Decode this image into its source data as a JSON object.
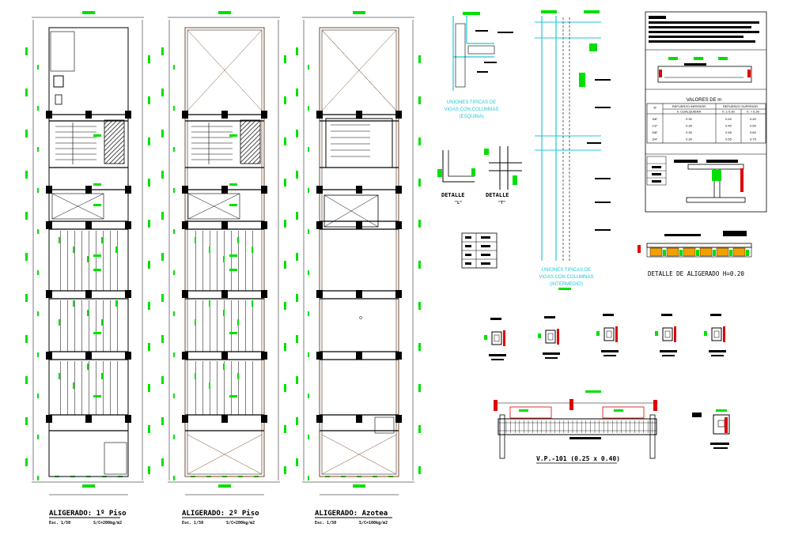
{
  "plans": [
    {
      "title": "ALIGERADO: 1º Piso",
      "scale": "Esc. 1/50",
      "load": "S/C=200kg/m2"
    },
    {
      "title": "ALIGERADO: 2º Piso",
      "scale": "Esc. 1/50",
      "load": "S/C=200kg/m2"
    },
    {
      "title": "ALIGERADO: Azotea",
      "scale": "Esc. 1/50",
      "load": "S/C=100kg/m2"
    }
  ],
  "notes": {
    "corner_joints": [
      "UNIONES TIPICAS DE",
      "VIGAS CON COLUMNAS",
      "(ESQUINA)"
    ],
    "mid_joints": [
      "UNIONES TIPICAS DE",
      "VIGAS CON COLUMNAS",
      "(INTERMEDIO)"
    ]
  },
  "details": {
    "detail_l": [
      "DETALLE",
      "\"L\""
    ],
    "detail_t": [
      "DETALLE",
      "\"T\""
    ],
    "slab": "DETALLE DE ALIGERADO H=0.20",
    "beam": "V.P.-101 (0.25 x 0.40)"
  },
  "table": {
    "title": "VALORES DE m",
    "headers": [
      "Ø",
      "REFUERZO INFERIOR",
      "REFUERZO SUPERIOR"
    ],
    "subheaders": [
      "h: CUALQUIERA",
      "h: ≤ 0.30",
      "h: > 0.30"
    ],
    "rows": [
      [
        "3/8\"",
        "0.30",
        "0.40",
        "0.40"
      ],
      [
        "1/2\"",
        "0.30",
        "0.40",
        "0.50"
      ],
      [
        "5/8\"",
        "0.30",
        "0.45",
        "0.60"
      ],
      [
        "3/4\"",
        "0.30",
        "0.55",
        "0.75"
      ]
    ]
  },
  "colors": {
    "cyan": "#1ec8d8",
    "green": "#00e000",
    "red": "#e00000",
    "line": "#000000"
  }
}
